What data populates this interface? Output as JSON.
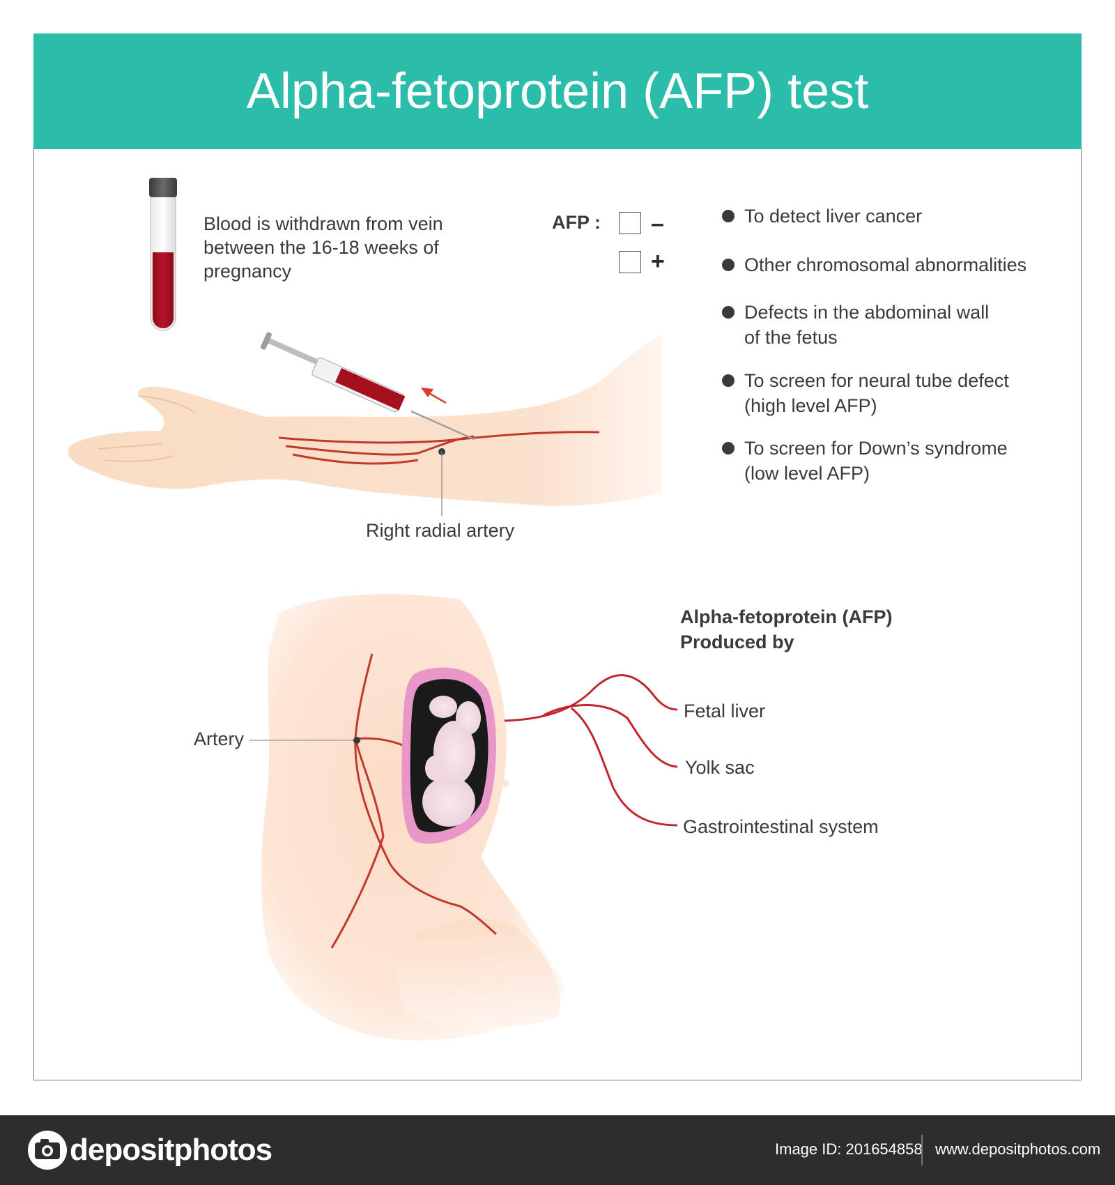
{
  "title": "Alpha-fetoprotein (AFP) test",
  "blood_caption": [
    "Blood is withdrawn from vein",
    "between the 16-18 weeks of",
    "pregnancy"
  ],
  "afp_label": "AFP :",
  "afp_options": [
    {
      "sign": "–",
      "checked": false
    },
    {
      "sign": "+",
      "checked": false
    }
  ],
  "purposes": [
    [
      "To detect liver cancer"
    ],
    [
      "Other chromosomal abnormalities"
    ],
    [
      "Defects in the abdominal wall",
      "of the fetus"
    ],
    [
      "To screen for neural tube defect",
      "(high level AFP)"
    ],
    [
      "To screen for Down’s syndrome",
      "(low level AFP)"
    ]
  ],
  "arm_label": "Right radial artery",
  "produced_heading": [
    "Alpha-fetoprotein (AFP)",
    "Produced by"
  ],
  "sources": [
    "Fetal liver",
    "Yolk sac",
    "Gastrointestinal system"
  ],
  "artery_label": "Artery",
  "footer": {
    "logo": "depositphotos",
    "image_id": "Image ID: 201654858",
    "website": "www.depositphotos.com"
  },
  "colors": {
    "banner": "#2bbdaa",
    "blood": "#a50f1e",
    "vessel": "#c0262b",
    "skin": "#f8dcc4",
    "uterus": "#e996c8",
    "footer": "#2d2d2d"
  }
}
